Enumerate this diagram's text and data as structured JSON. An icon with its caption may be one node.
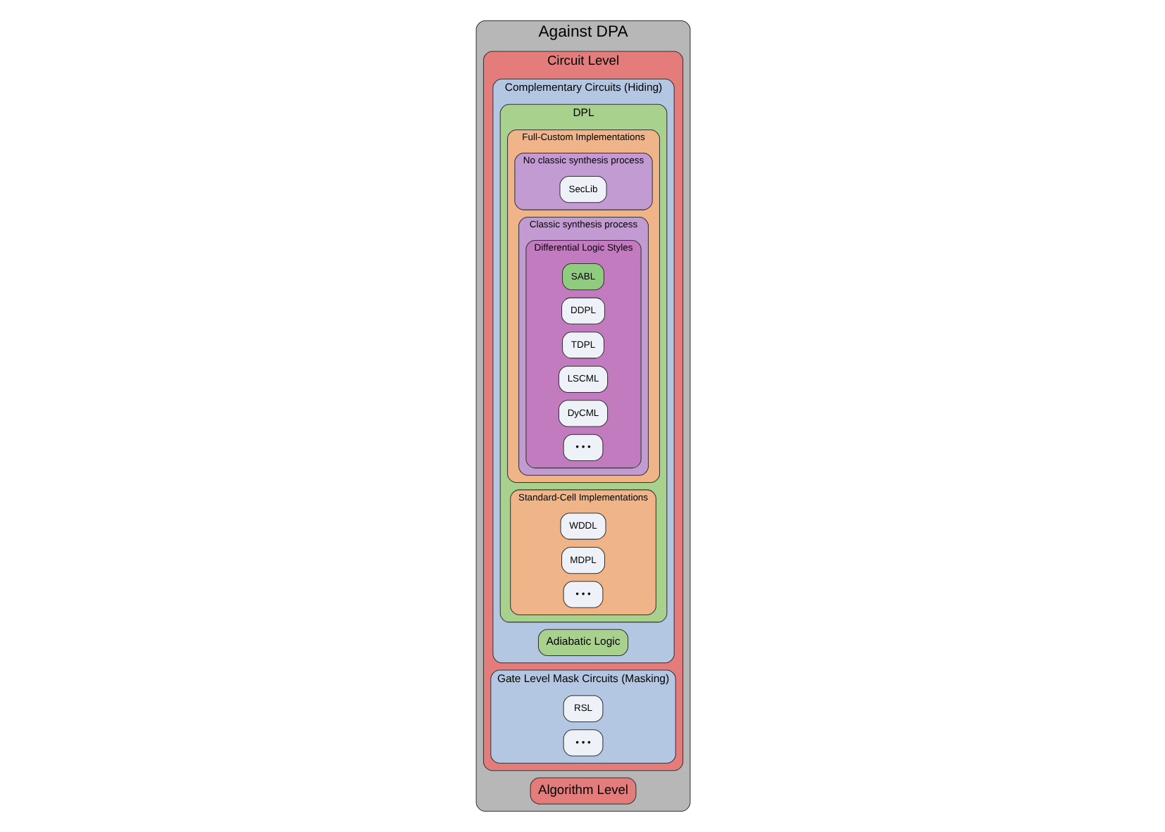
{
  "diagram": {
    "nodes": [
      {
        "text": [
          "Against DPA"
        ]
      },
      {
        "text": [
          "Algorithm Level"
        ],
        "in": 0
      },
      {
        "text": [
          "Circuit Level"
        ],
        "in": 0
      },
      {
        "text": [
          "Complementary Circuits (Hiding)"
        ],
        "in": 2
      },
      {
        "text": [
          "DPL"
        ],
        "in": 3
      },
      {
        "text": [
          "Full-Custom Implementations"
        ],
        "in": 4
      },
      {
        "text": [
          "No classic synthesis process"
        ],
        "in": 5
      },
      {
        "text": [
          "SecLib"
        ],
        "in": 6
      },
      {
        "text": [
          "Classic synthesis process"
        ],
        "in": 5
      },
      {
        "text": [
          "Differential Logic Styles"
        ],
        "in": 8
      },
      {
        "text": [
          "SABL"
        ],
        "in": 9
      },
      {
        "text": [
          "DDPL"
        ],
        "in": 9
      },
      {
        "text": [
          "TDPL"
        ],
        "in": 9
      },
      {
        "text": [
          "LSCML"
        ],
        "in": 9
      },
      {
        "text": [
          "DyCML"
        ],
        "in": 9
      },
      {
        "text": [
          "• • •"
        ],
        "in": 9
      },
      {
        "text": [
          "Standard-Cell Implementations"
        ],
        "in": 4
      },
      {
        "text": [
          "WDDL"
        ],
        "in": 16
      },
      {
        "text": [
          "MDPL"
        ],
        "in": 16
      },
      {
        "text": [
          "• • •"
        ],
        "in": 16
      },
      {
        "text": [
          "Adiabatic Logic"
        ],
        "in": 3
      },
      {
        "text": [
          "Gate Level Mask Circuits (Masking)"
        ],
        "in": 2
      },
      {
        "text": [
          "RSL"
        ],
        "in": 21
      },
      {
        "text": [
          "• • •"
        ],
        "in": 21
      }
    ]
  }
}
